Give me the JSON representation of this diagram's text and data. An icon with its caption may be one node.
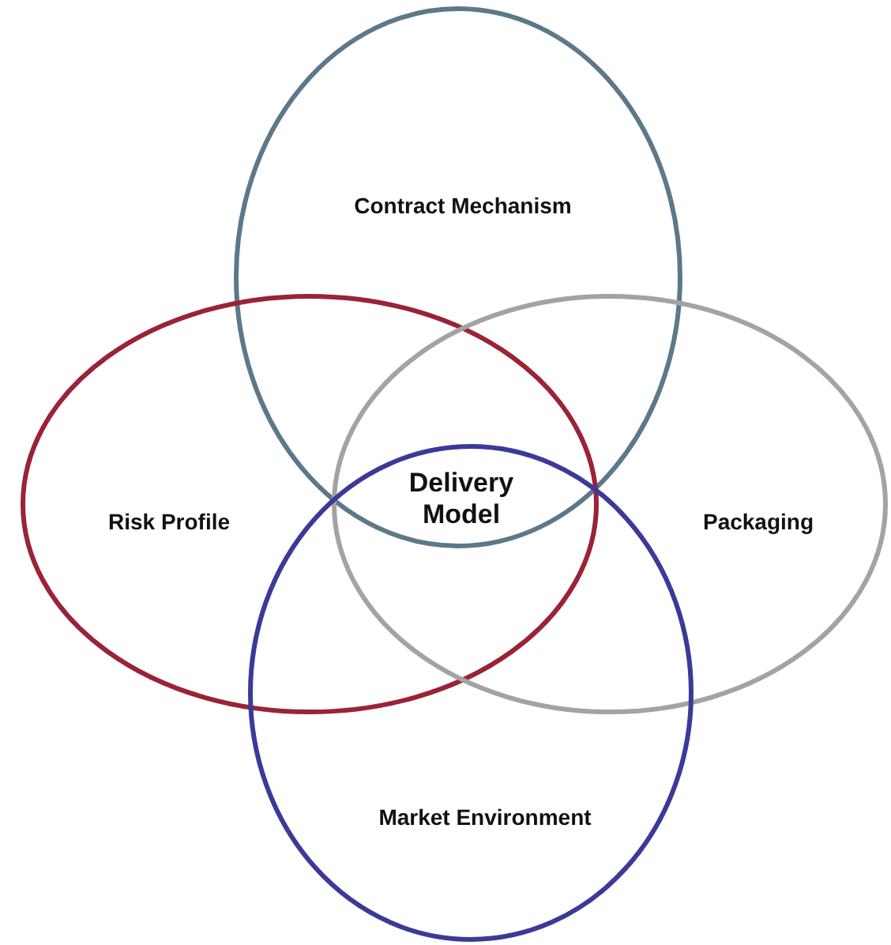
{
  "diagram": {
    "nodes": [
      {
        "text": [
          "Contract Mechanism"
        ]
      },
      {
        "text": [
          "Risk Profile"
        ]
      },
      {
        "text": [
          "Packaging"
        ]
      },
      {
        "text": [
          "Market Environment"
        ]
      }
    ],
    "edges": [],
    "labels": [
      "Delivery Model"
    ]
  }
}
